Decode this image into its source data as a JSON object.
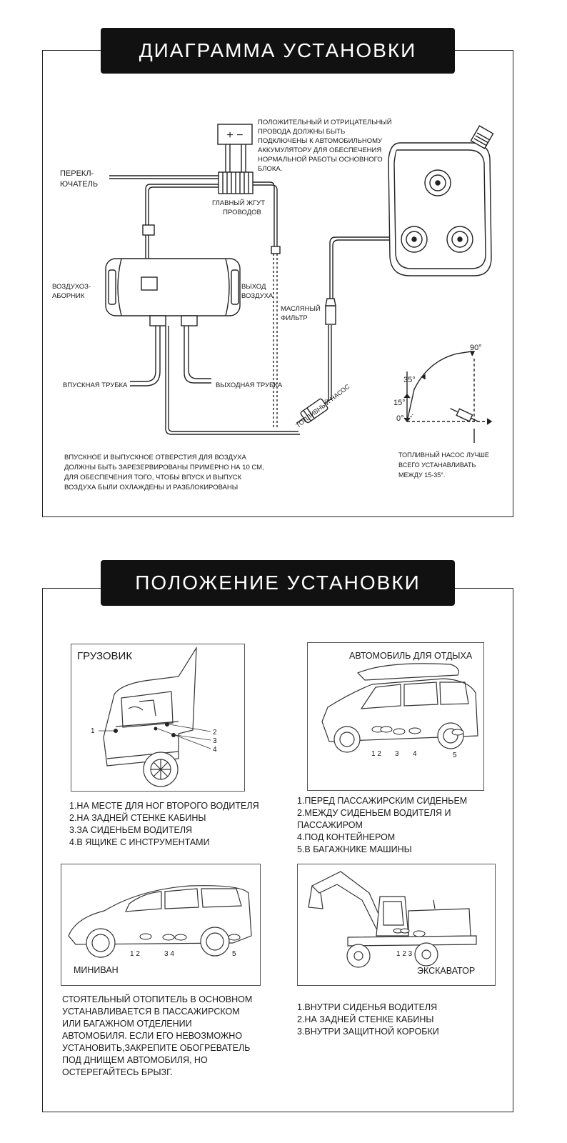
{
  "section1": {
    "title": "ДИАГРАММА УСТАНОВКИ",
    "battery_label": "+ −",
    "labels": {
      "polarity": [
        "ПОЛОЖИТЕЛЬНЫЙ И ОТРИЦАТЕЛЬНЫЙ",
        "ПРОВОДА ДОЛЖНЫ БЫТЬ",
        "ПОДКЛЮЧЕНЫ К АВТОМОБИЛЬНОМУ",
        "АККУМУЛЯТОРУ ДЛЯ ОБЕСПЕЧЕНИЯ",
        "НОРМАЛЬНОЙ РАБОТЫ ОСНОВНОГО",
        "БЛОКА."
      ],
      "switch": [
        "ПЕРЕКЛ-",
        "ЮЧАТЕЛЬ"
      ],
      "harness": [
        "ГЛАВНЫЙ ЖГУТ",
        "ПРОВОДОВ"
      ],
      "air_intake": [
        "ВОЗДУХОЗ-",
        "АБОРНИК"
      ],
      "air_outlet": [
        "ВЫХОД",
        "ВОЗДУХА"
      ],
      "oil_filter": [
        "МАСЛЯНЫЙ",
        "ФИЛЬТР"
      ],
      "inlet_pipe": "ВПУСКНАЯ ТРУБКА",
      "outlet_pipe": "ВЫХОДНАЯ ТРУБКА",
      "fuel_pump": "ТОПЛИВНЫЙ НАСОС",
      "note_air": [
        "ВПУСКНОЕ И ВЫПУСКНОЕ ОТВЕРСТИЯ ДЛЯ ВОЗДУХА",
        "ДОЛЖНЫ БЫТЬ ЗАРЕЗЕРВИРОВАНЫ ПРИМЕРНО НА 10 СМ,",
        "ДЛЯ ОБЕСПЕЧЕНИЯ ТОГО, ЧТОБЫ ВПУСК И ВЫПУСК",
        "ВОЗДУХА БЫЛИ ОХЛАЖДЕНЫ И РАЗБЛОКИРОВАНЫ"
      ],
      "note_pump": [
        "ТОПЛИВНЫЙ НАСОС ЛУЧШЕ",
        "ВСЕГО УСТАНАВЛИВАТЬ",
        "МЕЖДУ 15-35°."
      ]
    },
    "angles": [
      "90°",
      "35°",
      "15°",
      "0°"
    ]
  },
  "section2": {
    "title": "ПОЛОЖЕНИЕ УСТАНОВКИ",
    "truck": {
      "title": "ГРУЗОВИК",
      "callouts": [
        "1",
        "2",
        "3",
        "4"
      ],
      "items": [
        "1.НА МЕСТЕ ДЛЯ НОГ ВТОРОГО ВОДИТЕЛЯ",
        "2.НА ЗАДНЕЙ СТЕНКЕ КАБИНЫ",
        "3.ЗА СИДЕНЬЕМ ВОДИТЕЛЯ",
        "4.В ЯЩИКЕ С ИНСТРУМЕНТАМИ"
      ]
    },
    "rv": {
      "title": "АВТОМОБИЛЬ ДЛЯ ОТДЫХА",
      "callouts": [
        "1 2",
        "3",
        "4",
        "5"
      ],
      "items": [
        "1.ПЕРЕД ПАССАЖИРСКИМ СИДЕНЬЕМ",
        "2.МЕЖДУ СИДЕНЬЕМ ВОДИТЕЛЯ И",
        "ПАССАЖИРОМ",
        "4.ПОД КОНТЕЙНЕРОМ",
        "5.В БАГАЖНИКЕ МАШИНЫ"
      ]
    },
    "minivan": {
      "title": "МИНИВАН",
      "callouts": [
        "1 2",
        "3 4",
        "5"
      ],
      "items": [
        "СТОЯТЕЛЬНЫЙ ОТОПИТЕЛЬ В ОСНОВНОМ",
        "УСТАНАВЛИВАЕТСЯ В ПАССАЖИРСКОМ",
        "ИЛИ БАГАЖНОМ ОТДЕЛЕНИИ",
        "АВТОМОБИЛЯ. ЕСЛИ ЕГО НЕВОЗМОЖНО",
        "УСТАНОВИТЬ,ЗАКРЕПИТЕ ОБОГРЕВАТЕЛЬ",
        "ПОД ДНИЩЕМ АВТОМОБИЛЯ, НО",
        "ОСТЕРЕГАЙТЕСЬ БРЫЗГ."
      ]
    },
    "excavator": {
      "title": "ЭКСКАВАТОР",
      "callouts": [
        "1 2 3"
      ],
      "items": [
        "1.ВНУТРИ СИДЕНЬЯ ВОДИТЕЛЯ",
        "2.НА ЗАДНЕЙ СТЕНКЕ КАБИНЫ",
        "3.ВНУТРИ ЗАЩИТНОЙ КОРОБКИ"
      ]
    }
  }
}
